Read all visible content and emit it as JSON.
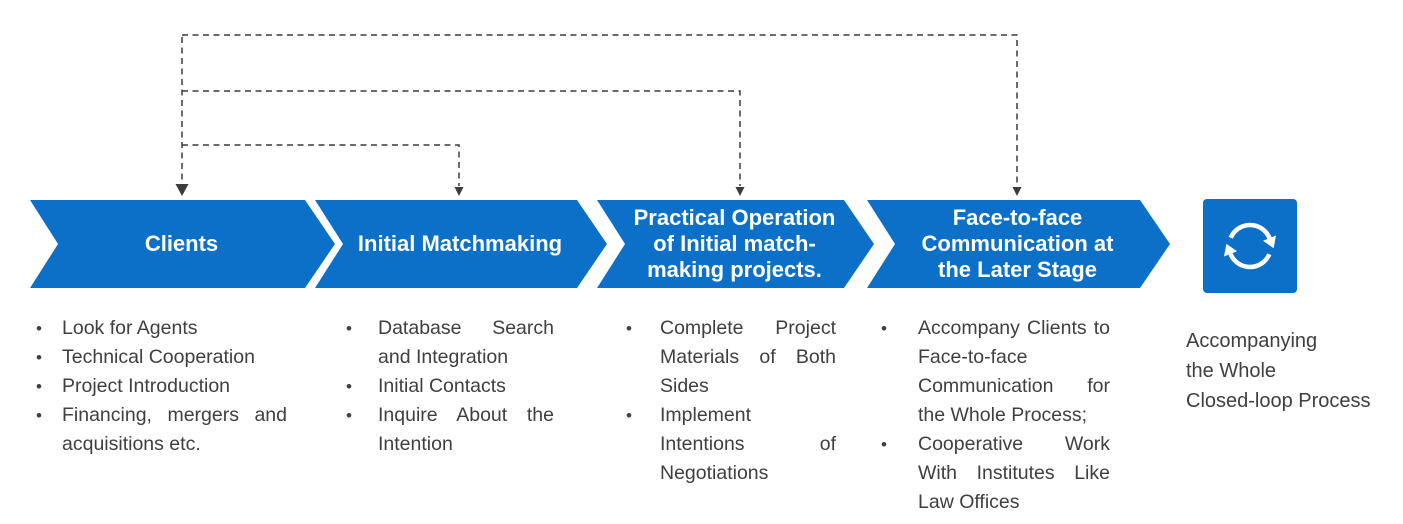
{
  "bullet_char": "•",
  "colors": {
    "chevron_blue": "#0d70c8",
    "text_dark": "#3f3f3f",
    "connector_dark": "#3c3c3c",
    "label_white": "#ffffff"
  },
  "stages": [
    {
      "title": "Clients",
      "items": [
        "Look for Agents",
        "Technical Cooperation",
        "Project Introduction",
        "Financing, mergers and acquisitions etc."
      ]
    },
    {
      "title": "Initial Matchmaking",
      "items": [
        "Database Search and Integration",
        "Initial Contacts",
        "Inquire About the Intention"
      ]
    },
    {
      "title": "Practical Operation\nof Initial match-\nmaking projects.",
      "items": [
        "Complete Project Materials of Both Sides",
        "Implement Intentions of Negotiations"
      ]
    },
    {
      "title": "Face-to-face\nCommunication at\nthe Later Stage",
      "items": [
        "Accompany Clients to Face-to-face Communication for the Whole Process;",
        "Cooperative Work With Institutes Like Law Offices"
      ]
    }
  ],
  "loop": {
    "icon": "sync-loop-icon",
    "caption": "Accompanying\nthe Whole\nClosed-loop Process"
  }
}
